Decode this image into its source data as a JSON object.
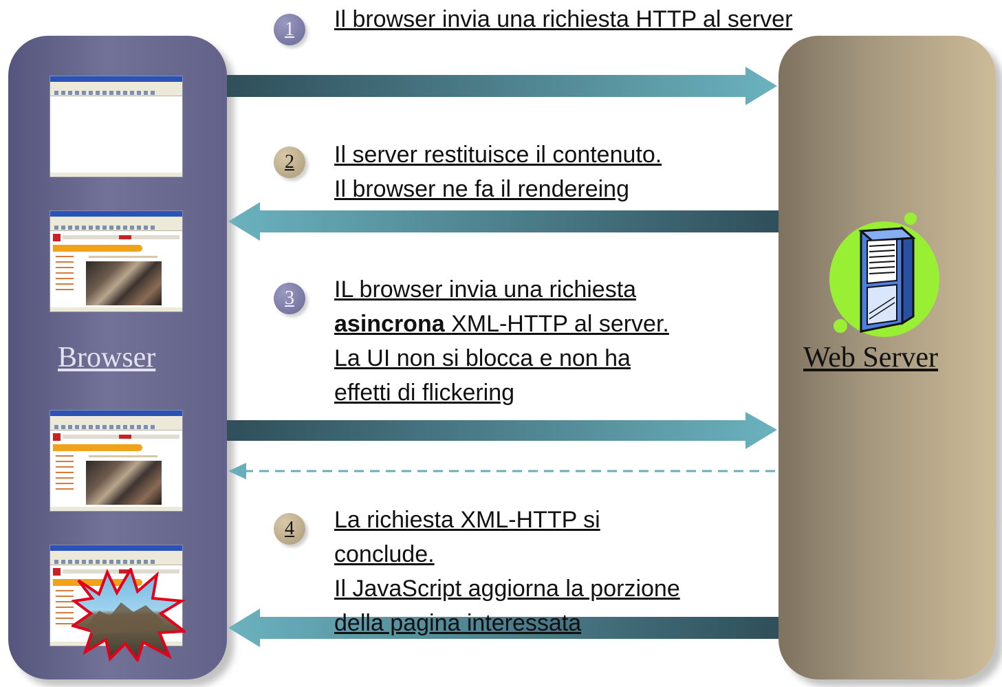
{
  "colors": {
    "browser_panel": "#6b6b93",
    "server_panel": "#b8a888",
    "arrow_dark": "#2f4f5a",
    "arrow_light": "#67adba",
    "server_blob": "#99ef33",
    "server_body": "#4d7fe0"
  },
  "panels": {
    "browser_label": "Browser",
    "server_label": "Web Server"
  },
  "steps": [
    {
      "number": "1",
      "lines": [
        "Il browser invia una richiesta HTTP al server"
      ]
    },
    {
      "number": "2",
      "lines": [
        "Il server restituisce il contenuto.",
        "Il browser ne fa il rendereing"
      ]
    },
    {
      "number": "3",
      "lines": [
        "IL browser invia una richiesta",
        "XML-HTTP al server.",
        "La UI non si blocca e non ha",
        "effetti di flickering"
      ],
      "highlight": "asincrona"
    },
    {
      "number": "4",
      "lines": [
        "La richiesta XML-HTTP si",
        "conclude.",
        "Il JavaScript aggiorna la porzione",
        "della pagina interessata"
      ]
    }
  ],
  "arrows": [
    {
      "from": "browser",
      "to": "server",
      "style": "solid"
    },
    {
      "from": "server",
      "to": "browser",
      "style": "solid"
    },
    {
      "from": "browser",
      "to": "server",
      "style": "solid"
    },
    {
      "from": "server",
      "to": "browser",
      "style": "dashed"
    },
    {
      "from": "server",
      "to": "browser",
      "style": "solid"
    }
  ],
  "icons": [
    "server-rack-icon",
    "explosion-icon",
    "browser-window-icon"
  ]
}
